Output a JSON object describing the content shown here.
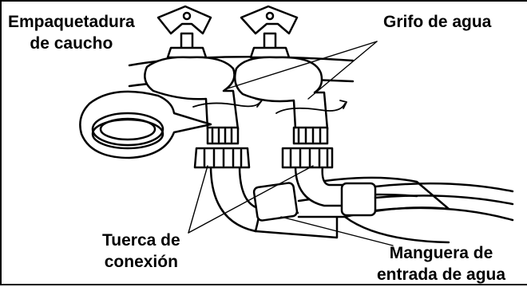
{
  "labels": {
    "gasket": [
      "Empaquetadura",
      "de caucho"
    ],
    "faucet": "Grifo de agua",
    "nut": [
      "Tuerca de",
      "conexión"
    ],
    "hose": [
      "Manguera de",
      "entrada de agua"
    ]
  },
  "colors": {
    "line": "#000000",
    "fill": "#ffffff"
  }
}
